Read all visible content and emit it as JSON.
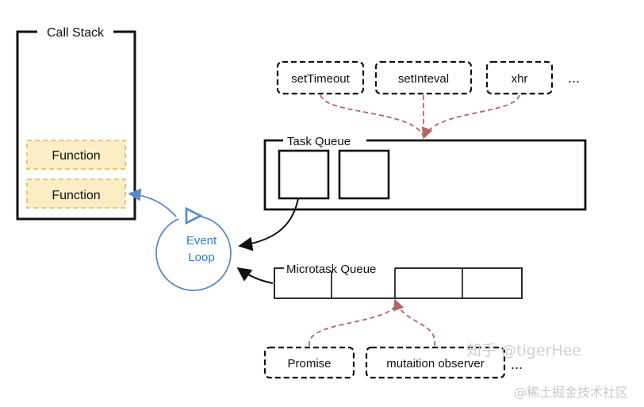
{
  "call_stack": {
    "title": "Call Stack",
    "frames": [
      "Function",
      "Function"
    ]
  },
  "event_loop": {
    "line1": "Event",
    "line2": "Loop"
  },
  "task_sources": {
    "items": [
      "setTimeout",
      "setInteval",
      "xhr"
    ],
    "ellipsis": "..."
  },
  "task_queue": {
    "title": "Task Queue"
  },
  "microtask_queue": {
    "title": "Microtask Queue"
  },
  "microtask_sources": {
    "items": [
      "Promise",
      "mutaition observer"
    ],
    "ellipsis": "..."
  },
  "watermarks": {
    "zhihu": "知乎 @tigerHee",
    "juejin": "@稀土掘金技术社区"
  },
  "colors": {
    "stroke": "#111111",
    "function_fill": "#fbeec4",
    "function_border": "#e3c36a",
    "event_loop": "#5a8ac6",
    "event_loop_text": "#2a7ccf",
    "dashed_arrow": "#b56565",
    "watermark": "#d0d0d0"
  }
}
